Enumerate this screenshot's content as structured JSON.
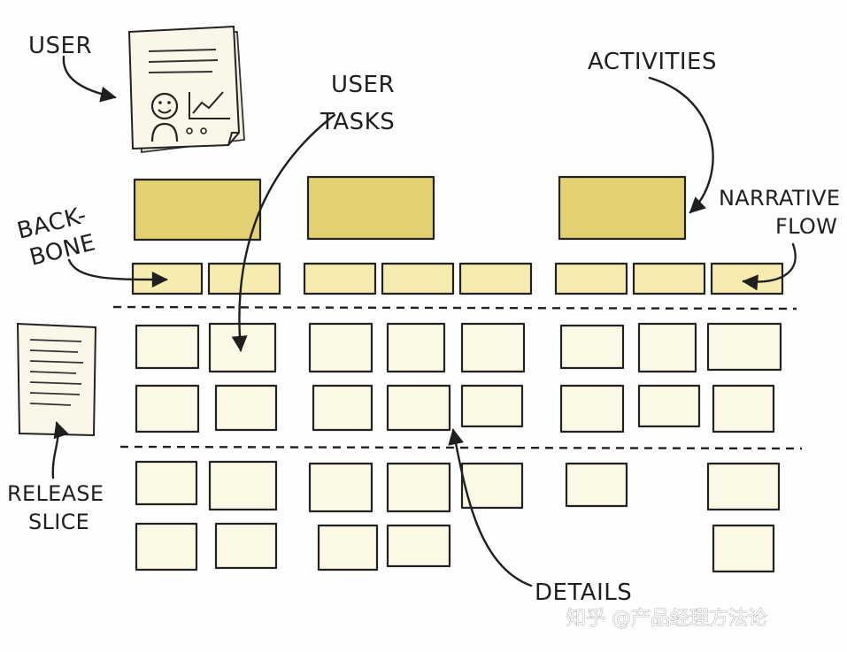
{
  "labels": {
    "user": "USER",
    "user_tasks_1": "USER",
    "user_tasks_2": "TASKS",
    "activities": "ACTIVITIES",
    "narrative_1": "NARRATIVE",
    "narrative_2": "FLOW",
    "backbone_1": "BACK-",
    "backbone_2": "BONE",
    "release_1": "RELEASE",
    "release_2": "SLICE",
    "details": "DETAILS"
  },
  "watermark": "知乎 @产品经理方法论",
  "colors": {
    "activity_card": "#e3d070",
    "task_card": "#f7ecb0",
    "detail_card": "#fcf8e6",
    "ink": "#1f1f1f",
    "paper": "#fbf7e8"
  }
}
